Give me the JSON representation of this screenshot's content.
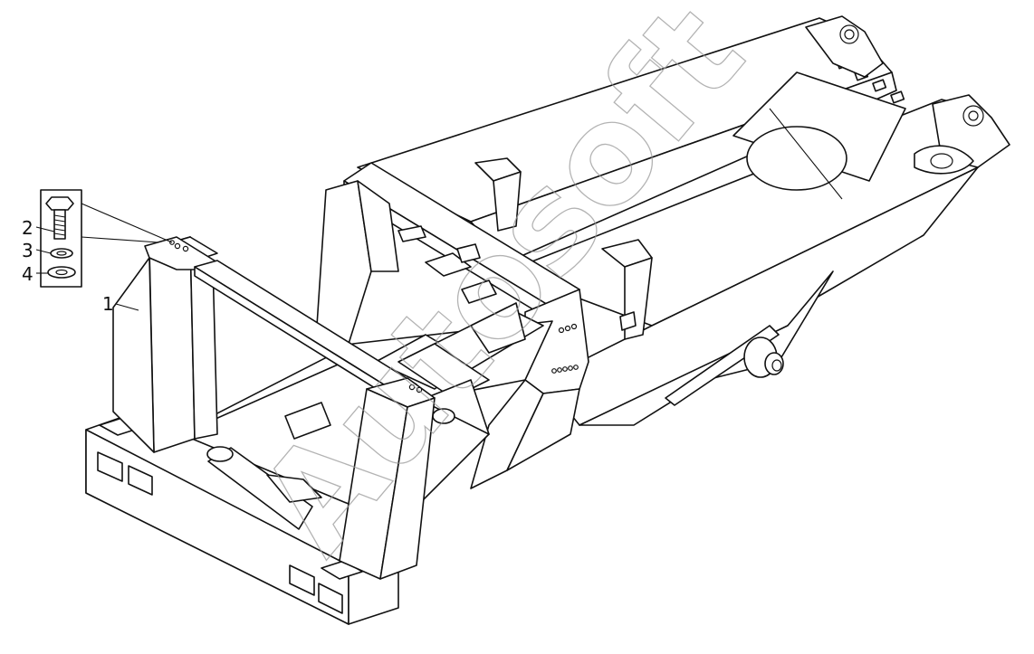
{
  "callouts": {
    "frame": "1",
    "bolt": "2",
    "lock_washer": "3",
    "flat_washer": "4"
  },
  "watermark": {
    "text": "Autosoft",
    "color": "#9a9a9a"
  },
  "colors": {
    "line": "#111111",
    "background": "#ffffff"
  }
}
